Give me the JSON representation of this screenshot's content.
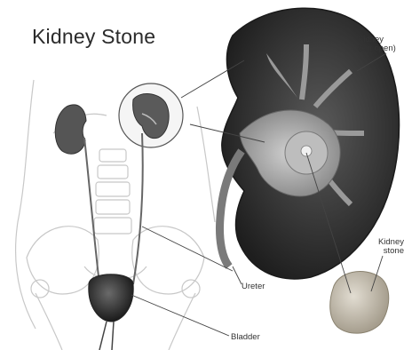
{
  "title": "Kidney Stone",
  "labels": {
    "kidney_cut_open_line1": "Kidney",
    "kidney_cut_open_line2": "(cut open)",
    "kidney_stone_line1": "Kidney",
    "kidney_stone_line2": "stone",
    "ureter": "Ureter",
    "bladder": "Bladder"
  },
  "colors": {
    "body_outline": "#c8c8c8",
    "organ_dark": "#3a3a3a",
    "organ_mid": "#8a8a8a",
    "kidney_cortex": "#2e2e2e",
    "kidney_inner": "#9a9a9a",
    "stone": "#c9c2b4",
    "leader_line": "#444444"
  }
}
